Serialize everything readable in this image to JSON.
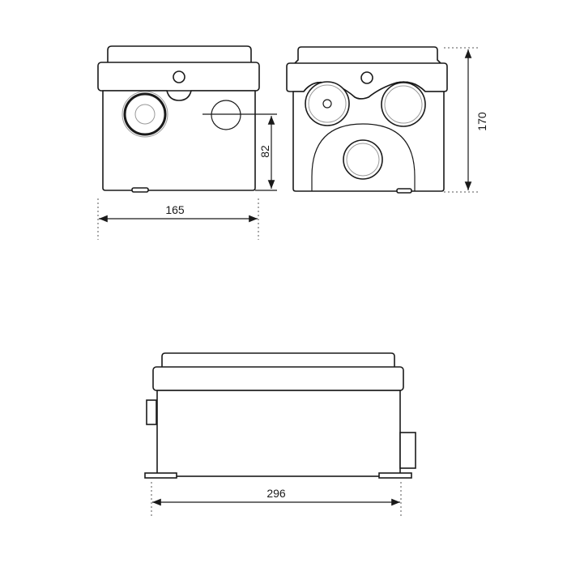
{
  "dimensions": {
    "front_width": "165",
    "inlet_height": "82",
    "total_height": "170",
    "total_length": "296"
  },
  "colors": {
    "line": "#1a1a1a",
    "background": "#ffffff"
  }
}
